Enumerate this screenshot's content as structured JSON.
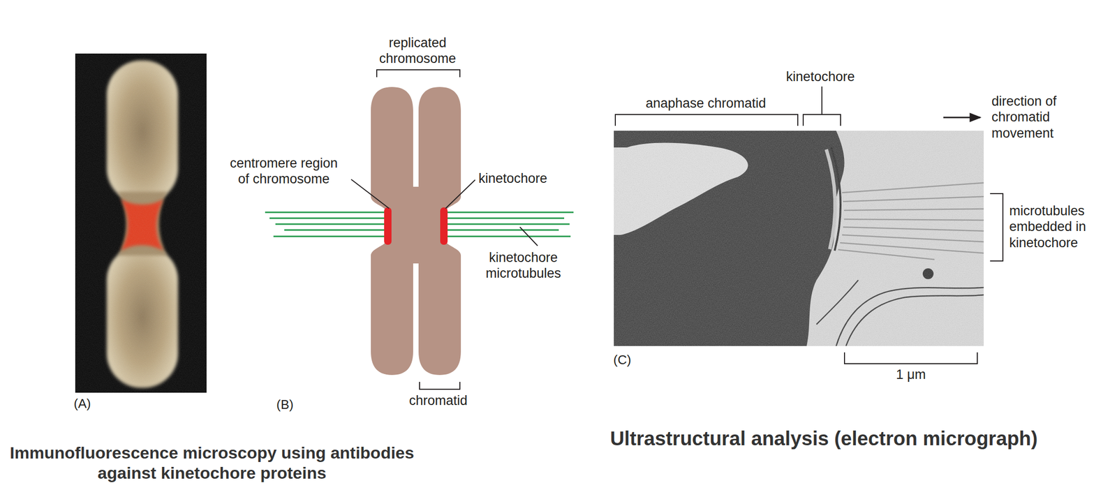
{
  "diagram": {
    "labels": [
      "(A)",
      "Immunofluorescence microscopy using antibodies against kinetochore proteins",
      "replicated chromosome",
      "centromere region of chromosome",
      "kinetochore",
      "kinetochore microtubules",
      "chromatid",
      "(B)",
      "anaphase chromatid",
      "kinetochore",
      "direction of chromatid movement",
      "microtubules embedded in kinetochore",
      "1 μm",
      "(C)",
      "Ultrastructural analysis (electron micrograph)"
    ]
  }
}
